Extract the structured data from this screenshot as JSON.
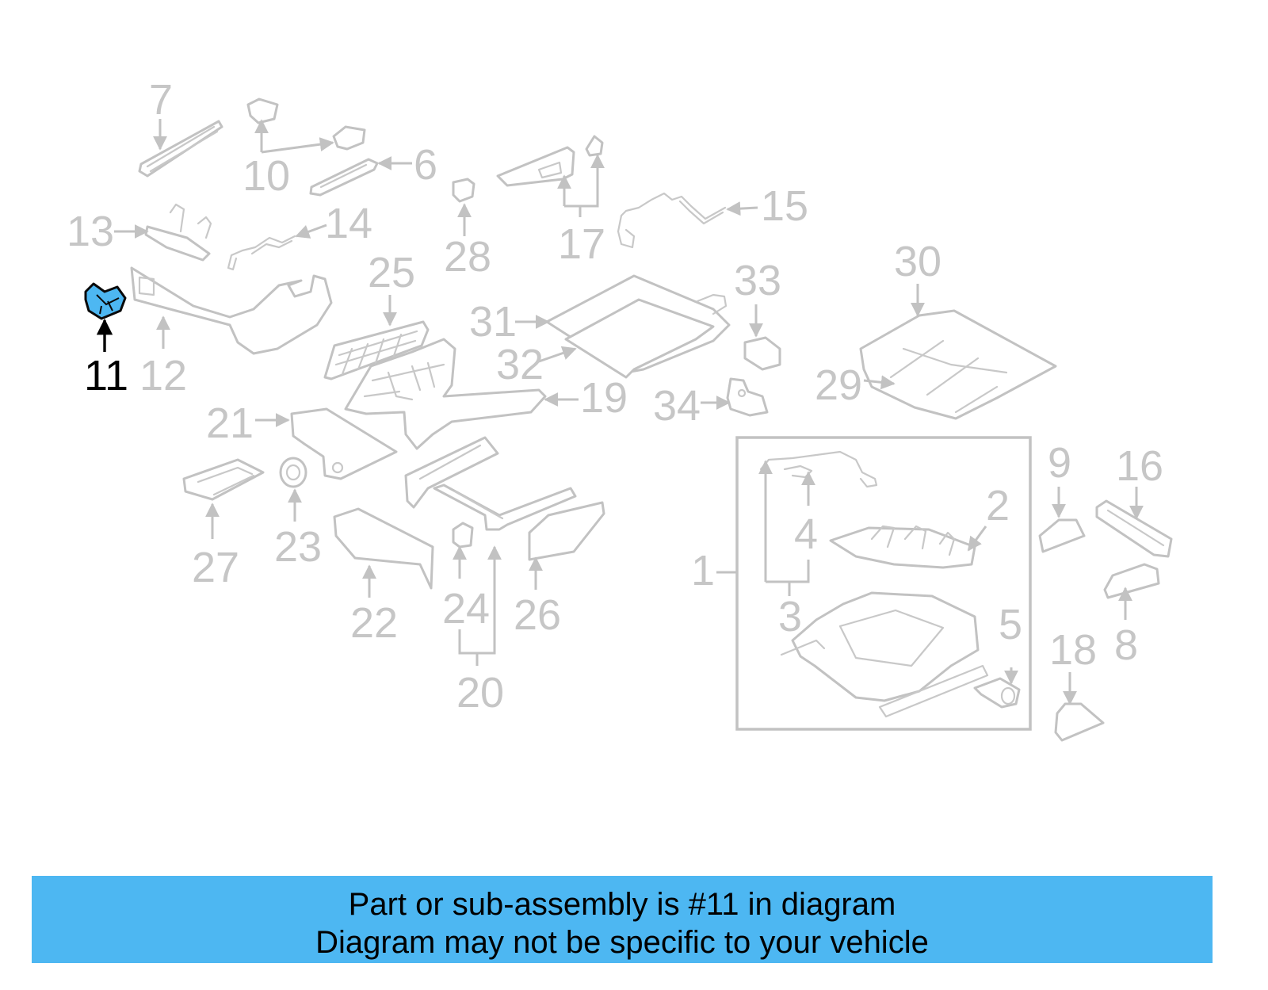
{
  "diagram": {
    "callouts": [
      "1",
      "2",
      "3",
      "4",
      "5",
      "6",
      "7",
      "8",
      "9",
      "10",
      "11",
      "12",
      "13",
      "14",
      "15",
      "16",
      "17",
      "18",
      "19",
      "20",
      "21",
      "22",
      "23",
      "24",
      "25",
      "26",
      "27",
      "28",
      "29",
      "30",
      "31",
      "32",
      "33",
      "34"
    ],
    "highlighted_callout": "11",
    "highlight_color": "#4db7f2",
    "line_color": "#c2c2c2"
  },
  "banner": {
    "line1": "Part or sub-assembly is #11 in diagram",
    "line2": "Diagram may not be specific to your vehicle",
    "background": "#4db7f2"
  }
}
